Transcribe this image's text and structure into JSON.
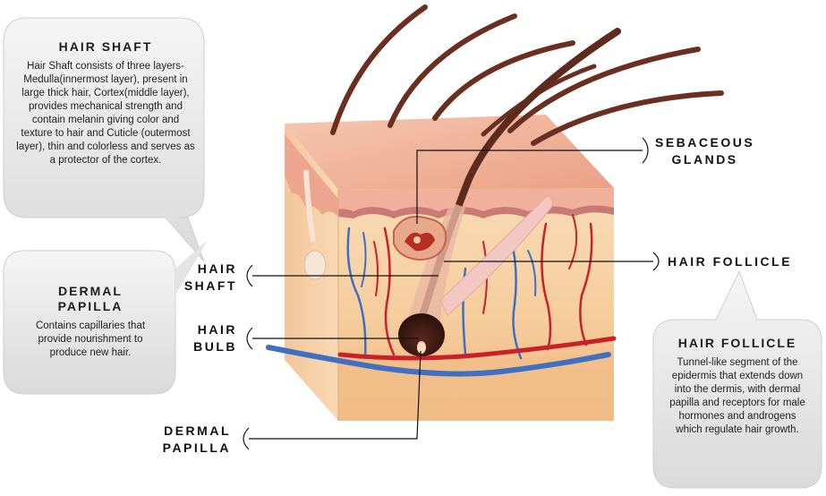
{
  "callouts": {
    "hair_shaft": {
      "title": "HAIR SHAFT",
      "body": "Hair Shaft consists of three layers- Medulla(innermost layer), present in large thick hair, Cortex(middle layer), provides mechanical strength and contain melanin giving color and texture to hair and Cuticle (outermost layer), thin and colorless and serves as a protector of the cortex."
    },
    "dermal_papilla": {
      "title_line1": "DERMAL",
      "title_line2": "PAPILLA",
      "body": "Contains capillaries that provide nourishment to produce new hair."
    },
    "hair_follicle": {
      "title": "HAIR FOLLICLE",
      "body": "Tunnel-like segment of the epidermis that extends down into the dermis, with dermal papilla and receptors for male hormones and androgens which regulate hair growth."
    }
  },
  "labels": {
    "sebaceous_line1": "SEBACEOUS",
    "sebaceous_line2": "GLANDS",
    "hair_follicle": "HAIR FOLLICLE",
    "hair_shaft_line1": "HAIR",
    "hair_shaft_line2": "SHAFT",
    "hair_bulb_line1": "HAIR",
    "hair_bulb_line2": "BULB",
    "dermal_papilla_line1": "DERMAL",
    "dermal_papilla_line2": "PAPILLA"
  },
  "colors": {
    "skin_top": "#f2b39a",
    "dermis": "#f7d2a6",
    "hypodermis": "#f3c08c",
    "artery": "#c8212a",
    "vein": "#3f6fc0",
    "hair": "#6b2f22",
    "bubble": "#e8e8e8"
  }
}
